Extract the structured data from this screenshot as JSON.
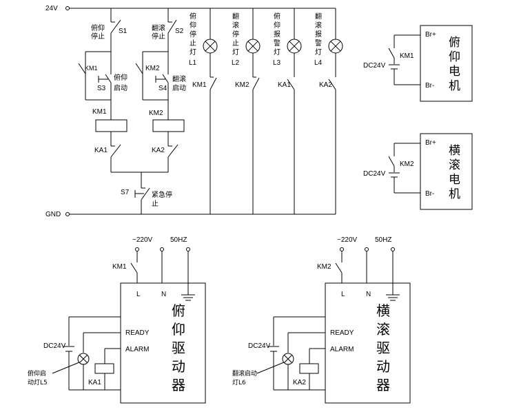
{
  "rails": {
    "top": "24V",
    "bottom": "GND"
  },
  "control": {
    "s1": {
      "id": "S1",
      "label1": "俯仰",
      "label2": "停止"
    },
    "s2": {
      "id": "S2",
      "label1": "翻滚",
      "label2": "停止"
    },
    "s3": {
      "id": "S3",
      "label1": "俯仰",
      "label2": "启动"
    },
    "s4": {
      "id": "S4",
      "label1": "翻滚",
      "label2": "启动"
    },
    "km1_hold": "KM1",
    "km2_hold": "KM2",
    "coil1": "KM1",
    "coil2": "KM2",
    "ka1": "KA1",
    "ka2": "KA2",
    "s7": {
      "id": "S7",
      "label1": "紧急停",
      "label2": "止"
    }
  },
  "lamps": [
    {
      "chars": [
        "俯",
        "仰",
        "停",
        "止",
        "灯"
      ],
      "id": "L1",
      "contact": "KM1"
    },
    {
      "chars": [
        "翻",
        "滚",
        "停",
        "止",
        "灯"
      ],
      "id": "L2",
      "contact": "KM2"
    },
    {
      "chars": [
        "俯",
        "仰",
        "报",
        "警",
        "灯"
      ],
      "id": "L3",
      "contact": "KA1"
    },
    {
      "chars": [
        "翻",
        "滚",
        "报",
        "警",
        "灯"
      ],
      "id": "L4",
      "contact": "KA2"
    }
  ],
  "motors": [
    {
      "plus": "Br+",
      "minus": "Br-",
      "contact": "KM1",
      "supply": "DC24V",
      "name": [
        "俯",
        "仰",
        "电",
        "机"
      ]
    },
    {
      "plus": "Br+",
      "minus": "Br-",
      "contact": "KM2",
      "supply": "DC24V",
      "name": [
        "横",
        "滚",
        "电",
        "机"
      ]
    }
  ],
  "drivers": [
    {
      "ac": "~220V",
      "freq": "50HZ",
      "contact": "KM1",
      "L": "L",
      "N": "N",
      "ready": "READY",
      "alarm": "ALARM",
      "dc": "DC24V",
      "lamp1": "俯仰启",
      "lamp2": "动灯L5",
      "relay": "KA1",
      "name": [
        "俯",
        "仰",
        "驱",
        "动",
        "器"
      ]
    },
    {
      "ac": "~220V",
      "freq": "50HZ",
      "contact": "KM2",
      "L": "L",
      "N": "N",
      "ready": "READY",
      "alarm": "ALARM",
      "dc": "DC24V",
      "lamp1": "翻滚启动",
      "lamp2": "灯L6",
      "relay": "KA2",
      "name": [
        "横",
        "滚",
        "驱",
        "动",
        "器"
      ]
    }
  ]
}
